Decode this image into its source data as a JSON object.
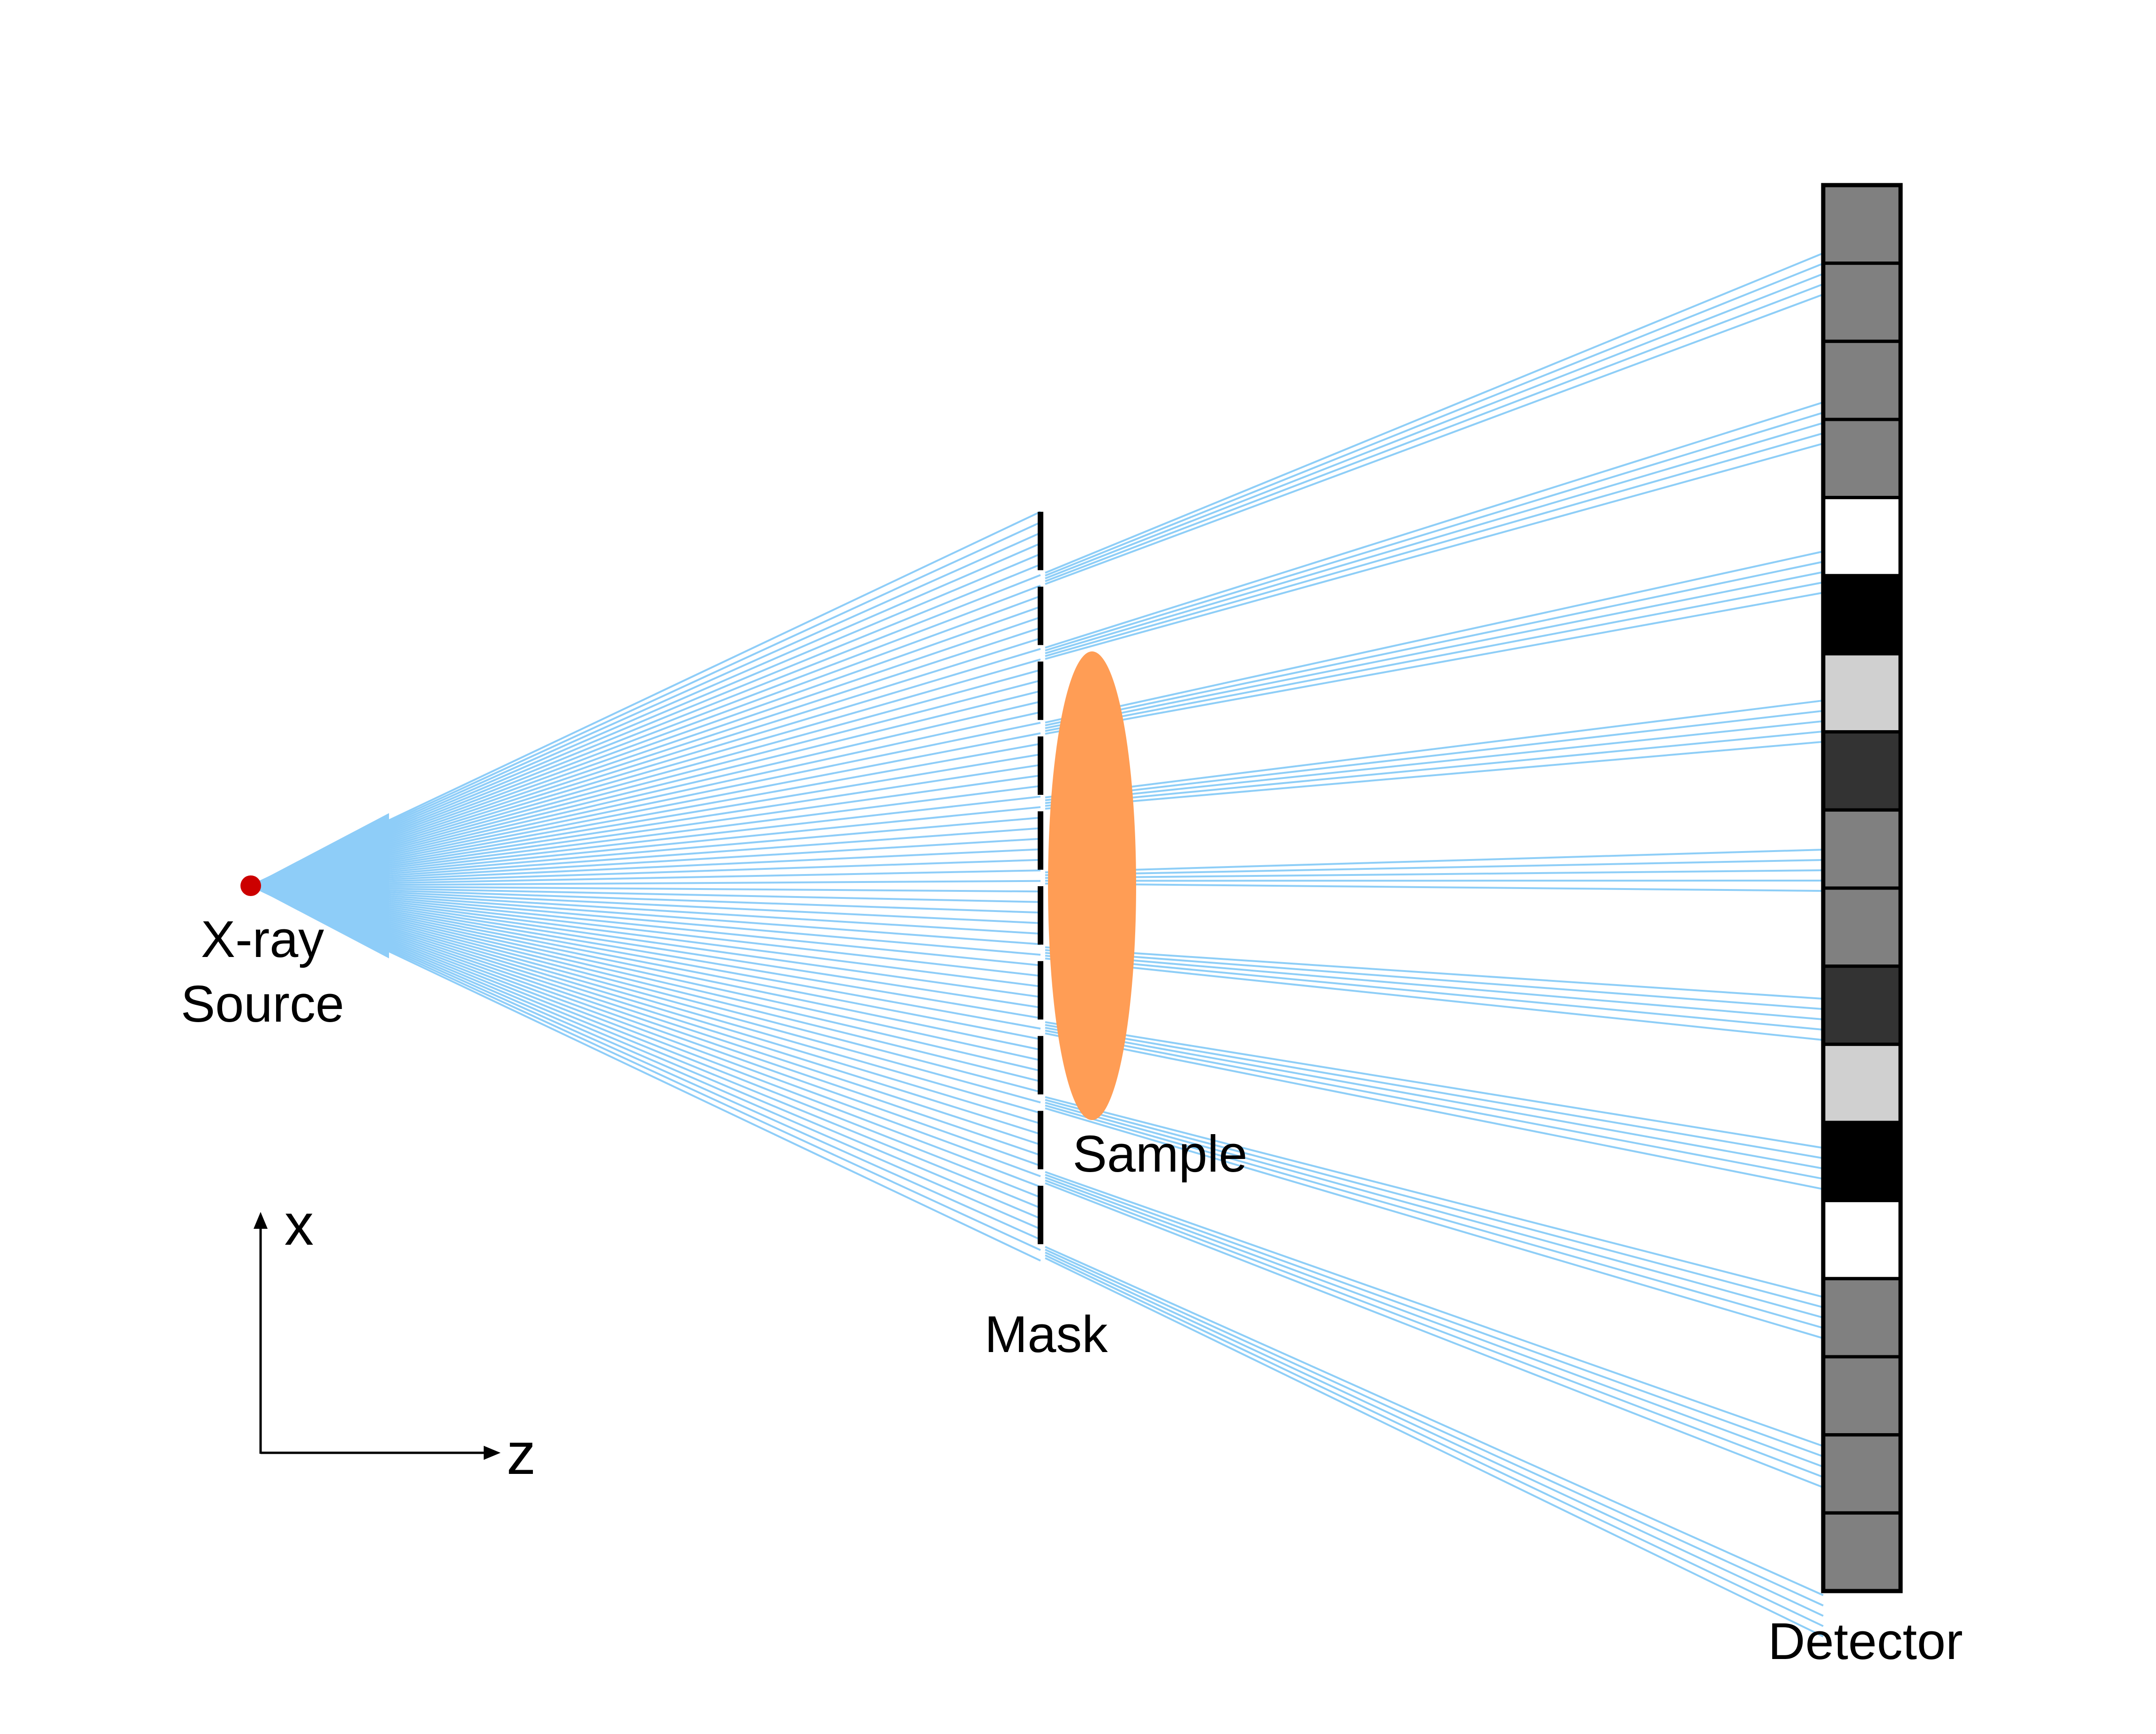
{
  "labels": {
    "source_line1": "X-ray",
    "source_line2": "Source",
    "sample": "Sample",
    "mask": "Mask",
    "detector": "Detector",
    "axis_x": "x",
    "axis_z": "z"
  },
  "colors": {
    "ray": "#8ECEF7",
    "ray_fan": "#8ECDF8",
    "sample": "#FF9D55",
    "source_dot": "#CC0000",
    "mask": "#000000",
    "detector_outline": "#000000"
  },
  "detector_pixel_shades": [
    "#808080",
    "#808080",
    "#808080",
    "#808080",
    "#FFFFFF",
    "#000000",
    "#D0D0D0",
    "#333333",
    "#808080",
    "#808080",
    "#333333",
    "#D0D0D0",
    "#000000",
    "#FFFFFF",
    "#808080",
    "#808080",
    "#808080",
    "#808080"
  ]
}
